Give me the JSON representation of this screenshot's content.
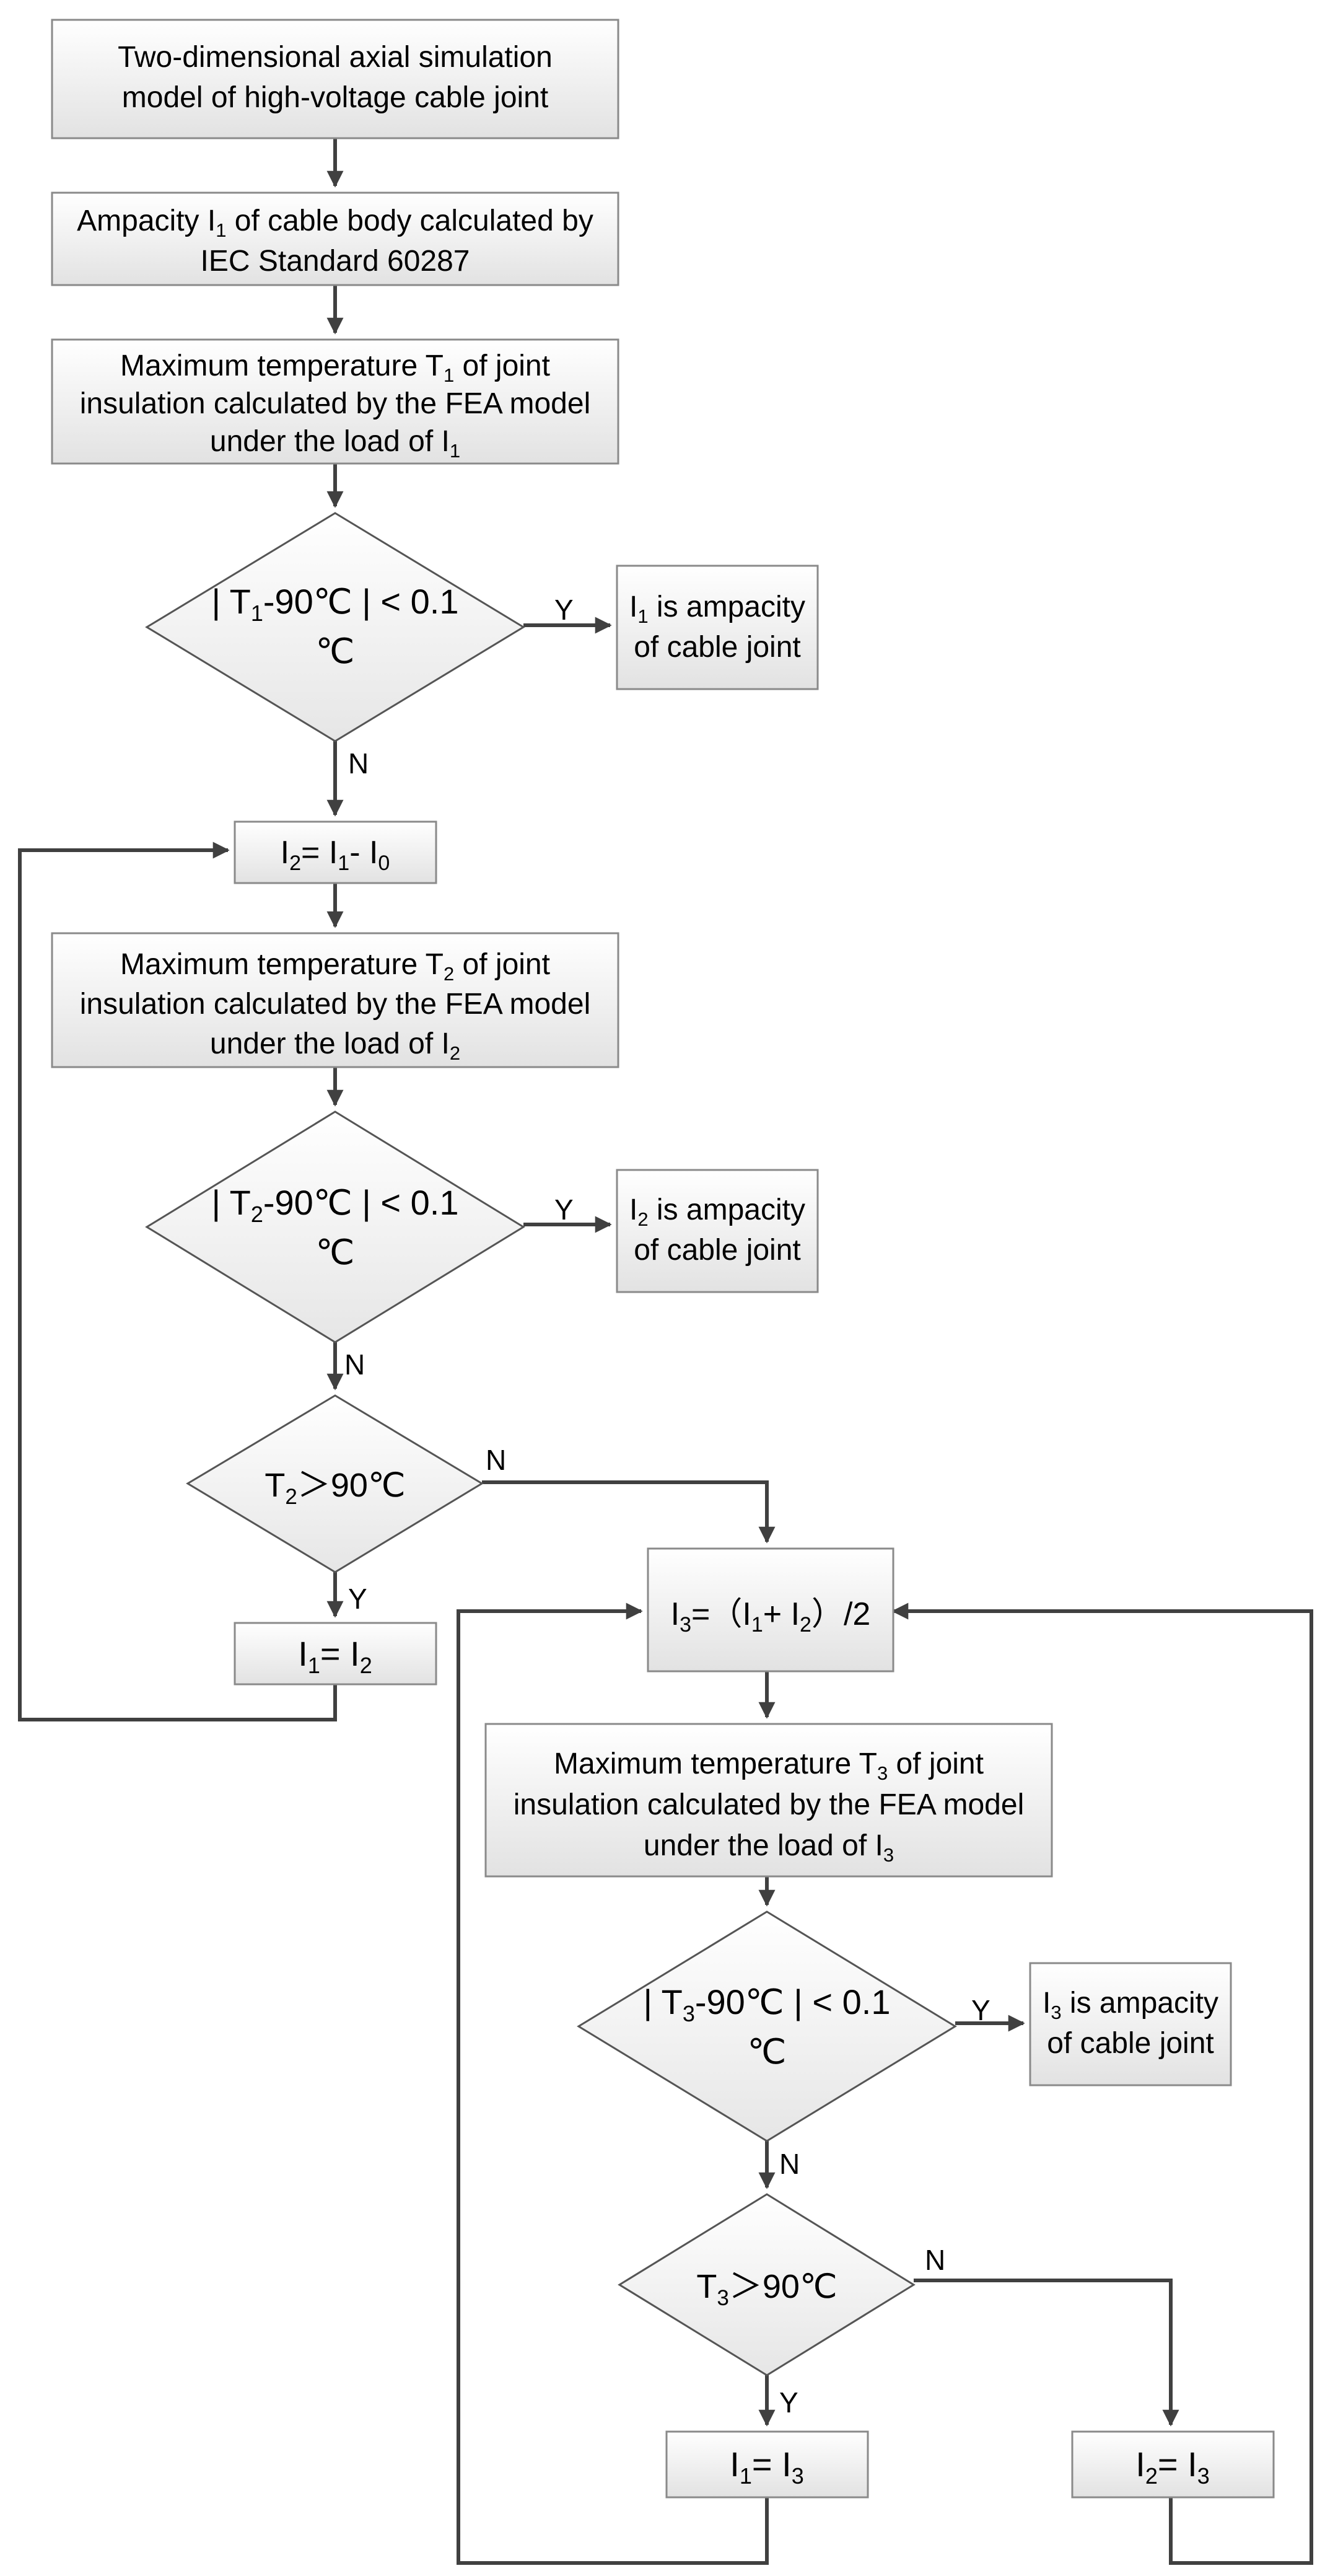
{
  "nodes": {
    "start": {
      "line1": "Two-dimensional axial simulation",
      "line2": "model of high-voltage cable joint"
    },
    "ampacity_body": {
      "line1_a": "Ampacity I",
      "line1_sub": "1",
      "line1_b": " of cable body calculated by",
      "line2": "IEC Standard 60287"
    },
    "max_t1": {
      "line1_a": "Maximum temperature T",
      "line1_sub": "1",
      "line1_b": " of joint",
      "line2": "insulation calculated by the FEA model",
      "line3_a": "under the load of I",
      "line3_sub": "1"
    },
    "cond_t1": {
      "line1_a": "| T",
      "line1_sub": "1",
      "line1_b": "-90℃ |  < 0.1",
      "line2": "℃"
    },
    "result_i1": {
      "line1_a": "I",
      "line1_sub": "1",
      "line1_b": " is ampacity",
      "line2": "of cable joint"
    },
    "assign_i2": {
      "a": "I",
      "sub1": "2",
      "b": "= I",
      "sub2": "1",
      "c": "- I",
      "sub3": "0"
    },
    "max_t2": {
      "line1_a": "Maximum temperature T",
      "line1_sub": "2",
      "line1_b": " of joint",
      "line2": "insulation calculated by the FEA model",
      "line3_a": "under the load of I",
      "line3_sub": "2"
    },
    "cond_t2": {
      "line1_a": "| T",
      "line1_sub": "2",
      "line1_b": "-90℃ |  < 0.1",
      "line2": "℃"
    },
    "result_i2": {
      "line1_a": "I",
      "line1_sub": "2",
      "line1_b": " is ampacity",
      "line2": "of cable joint"
    },
    "cond_t2_gt": {
      "a": "T",
      "sub": "2",
      "b": "＞90℃"
    },
    "assign_i1_i2": {
      "a": "I",
      "sub1": "1",
      "b": "= I",
      "sub2": "2"
    },
    "assign_i3": {
      "a": "I",
      "sub1": "3",
      "b": "=（I",
      "sub2": "1",
      "c": "+ I",
      "sub3": "2",
      "d": "）/2"
    },
    "max_t3": {
      "line1_a": "Maximum temperature T",
      "line1_sub": "3",
      "line1_b": " of joint",
      "line2": "insulation calculated by the FEA model",
      "line3_a": "under the load of I",
      "line3_sub": "3"
    },
    "cond_t3": {
      "line1_a": "| T",
      "line1_sub": "3",
      "line1_b": "-90℃ |  < 0.1",
      "line2": "℃"
    },
    "result_i3": {
      "line1_a": "I",
      "line1_sub": "3",
      "line1_b": " is ampacity",
      "line2": "of cable joint"
    },
    "cond_t3_gt": {
      "a": "T",
      "sub": "3",
      "b": "＞90℃"
    },
    "assign_i1_i3": {
      "a": "I",
      "sub1": "1",
      "b": "= I",
      "sub2": "3"
    },
    "assign_i2_i3": {
      "a": "I",
      "sub1": "2",
      "b": "= I",
      "sub2": "3"
    }
  },
  "labels": {
    "yes": "Y",
    "no": "N"
  },
  "colors": {
    "box_top": "#ffffff",
    "box_bottom": "#e4e4e4",
    "line": "#404040"
  }
}
